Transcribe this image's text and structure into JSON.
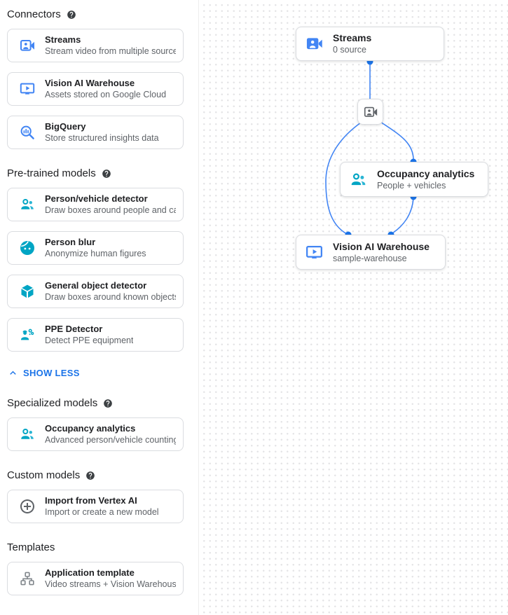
{
  "colors": {
    "icon_blue": "#4285f4",
    "icon_teal": "#00a5c4",
    "icon_teal_light": "#2ab5d4",
    "icon_gray": "#5f6368",
    "link_blue": "#1a73e8",
    "edge_blue": "#4285f4",
    "dot_blue": "#1a73e8",
    "card_border": "#dadce0",
    "text_primary": "#202124",
    "text_secondary": "#5f6368"
  },
  "sidebar": {
    "show_less_label": "SHOW LESS",
    "sections": {
      "connectors": {
        "title": "Connectors",
        "items": {
          "streams": {
            "icon": "video-camera-icon",
            "title": "Streams",
            "subtitle": "Stream video from multiple sources"
          },
          "vision_ai_warehouse": {
            "icon": "monitor-play-icon",
            "title": "Vision AI Warehouse",
            "subtitle": "Assets stored on Google Cloud"
          },
          "bigquery": {
            "icon": "bigquery-magnifier-icon",
            "title": "BigQuery",
            "subtitle": "Store structured insights data"
          }
        }
      },
      "pretrained": {
        "title": "Pre-trained models",
        "items": {
          "person_vehicle": {
            "icon": "people-icon",
            "title": "Person/vehicle detector",
            "subtitle": "Draw boxes around people and cars"
          },
          "person_blur": {
            "icon": "face-icon",
            "title": "Person blur",
            "subtitle": "Anonymize human figures"
          },
          "object_detector": {
            "icon": "cube-icon",
            "title": "General object detector",
            "subtitle": "Draw boxes around known objects"
          },
          "ppe": {
            "icon": "ppe-person-icon",
            "title": "PPE Detector",
            "subtitle": "Detect PPE equipment"
          }
        }
      },
      "specialized": {
        "title": "Specialized models",
        "items": {
          "occupancy": {
            "icon": "people-icon",
            "title": "Occupancy analytics",
            "subtitle": "Advanced person/vehicle counting"
          }
        }
      },
      "custom": {
        "title": "Custom models",
        "items": {
          "vertex": {
            "icon": "add-circle-icon",
            "title": "Import from Vertex AI",
            "subtitle": "Import or create a new model"
          }
        }
      },
      "templates": {
        "title": "Templates",
        "items": {
          "application_template": {
            "icon": "workflow-icon",
            "title": "Application template",
            "subtitle": "Video streams + Vision Warehouse"
          }
        }
      }
    }
  },
  "canvas": {
    "nodes": {
      "streams": {
        "icon": "video-camera-icon",
        "title": "Streams",
        "subtitle": "0 source"
      },
      "camera": {
        "icon": "video-camera-icon"
      },
      "occupancy": {
        "icon": "people-icon",
        "title": "Occupancy analytics",
        "subtitle": "People + vehicles"
      },
      "warehouse": {
        "icon": "monitor-play-icon",
        "title": "Vision AI Warehouse",
        "subtitle": "sample-warehouse"
      }
    }
  }
}
